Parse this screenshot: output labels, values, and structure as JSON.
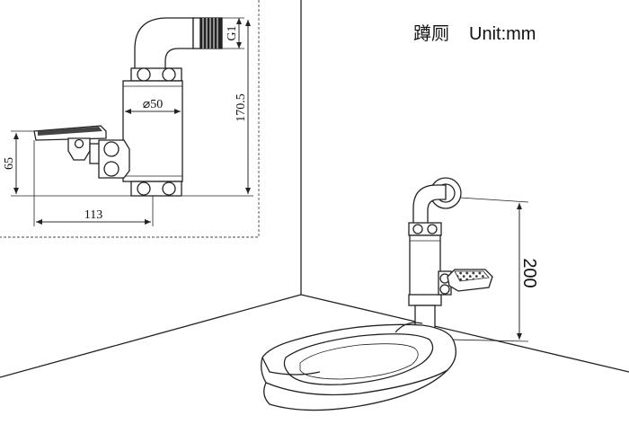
{
  "header": {
    "title": "蹲厕",
    "unit": "Unit:mm"
  },
  "dimensions": {
    "thread": "G1",
    "diameter": "⌀50",
    "total_height": "170.5",
    "pedal_height": "65",
    "depth": "113",
    "install_height": "200"
  },
  "colors": {
    "line": "#222222",
    "background": "#ffffff"
  }
}
